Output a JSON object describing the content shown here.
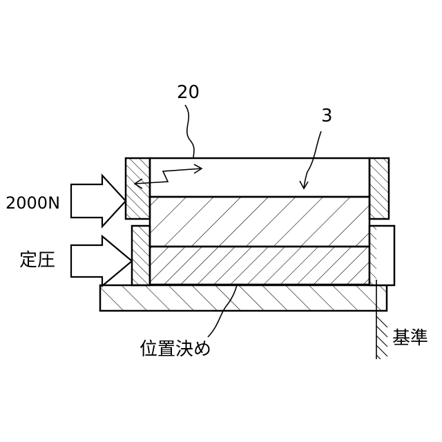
{
  "labels": {
    "part_20": "20",
    "part_3": "3",
    "force": "2000N",
    "constant_pressure": "定圧",
    "positioning": "位置決め",
    "reference": "基準"
  },
  "colors": {
    "stroke": "#000000",
    "background": "#ffffff"
  }
}
